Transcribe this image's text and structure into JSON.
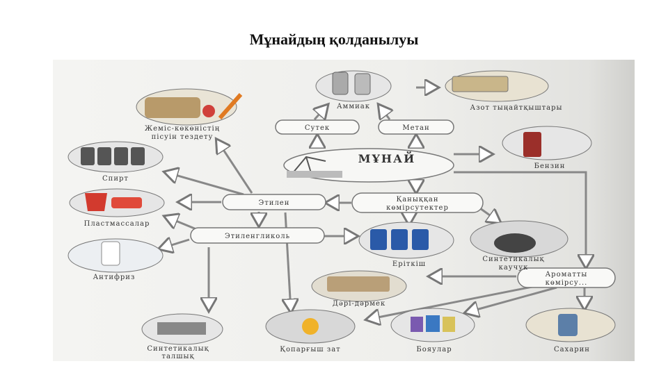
{
  "title": "Мұнайдың қолданылуы",
  "center": "МҰНАЙ",
  "boxes": {
    "hydrogen": "Сутек",
    "methane": "Метан",
    "ethylene": "Этилен",
    "ethylene_glycol": "Этиленгликоль",
    "cracking_line1": "Қаныққан",
    "cracking_line2": "көмірсутектер",
    "aromatic_line1": "Ароматты",
    "aromatic_line2": "көмірсу..."
  },
  "products": {
    "ammonia": "Аммиак",
    "fertilizers": "Азот тыңайтқыштары",
    "ripening_line1": "Жеміс-көкөністің",
    "ripening_line2": "пісуін тездету",
    "alcohol": "Спирт",
    "gasoline": "Бензин",
    "plastics": "Пластмассалар",
    "antifreeze": "Антифриз",
    "solvents": "Еріткіш",
    "rubber_line1": "Синтетикалық",
    "rubber_line2": "каучук",
    "medicine": "Дәрі-дәрмек",
    "fiber_line1": "Синтетикалық",
    "fiber_line2": "талшық",
    "explosive": "Қопарғыш зат",
    "dyes": "Бояулар",
    "saccharin": "Сахарин"
  }
}
